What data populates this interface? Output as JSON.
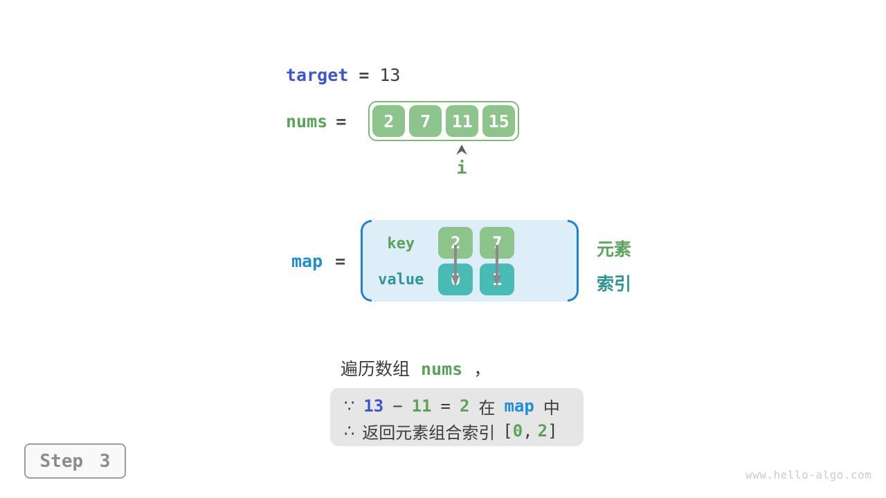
{
  "colors": {
    "target_blue": "#3a57cf",
    "map_blue": "#1e8fd5",
    "element_green": "#5aa35a",
    "index_teal": "#2f9694",
    "key_cell_green": "#8cc48c",
    "value_cell_teal": "#48bcb4",
    "array_border_green": "#7db87d",
    "map_fill_blue": "#ddeef9",
    "map_bracket_blue": "#1e82d2",
    "conclusion_box_gray": "#e6e6e6",
    "arrow_gray": "#8a8a8a",
    "text_dark": "#3c3c3c"
  },
  "header": {
    "target_label": "target",
    "target_equals": "=",
    "target_value": "13"
  },
  "nums": {
    "label": "nums",
    "equals": "=",
    "cells": [
      "2",
      "7",
      "11",
      "15"
    ],
    "pointer_label": "i"
  },
  "map": {
    "label": "map",
    "equals": "=",
    "key_label": "key",
    "value_label": "value",
    "keys": [
      "2",
      "7"
    ],
    "values": [
      "0",
      "1"
    ],
    "element_label": "元素",
    "index_label": "索引"
  },
  "caption": {
    "prefix": "遍历数组",
    "code": "nums",
    "comma": "，"
  },
  "conclusion": {
    "line1": [
      "∵",
      "13",
      "−",
      "11",
      "=",
      "2",
      "在",
      "map",
      "中"
    ],
    "line2_because": "∴",
    "line2_text": "返回元素组合索引",
    "line2_bracket_open": "[",
    "line2_index1": "0",
    "line2_comma": ",",
    "line2_index2": "2",
    "line2_bracket_close": "]"
  },
  "footer": {
    "step_label": "Step 3",
    "watermark": "www.hello-algo.com"
  }
}
